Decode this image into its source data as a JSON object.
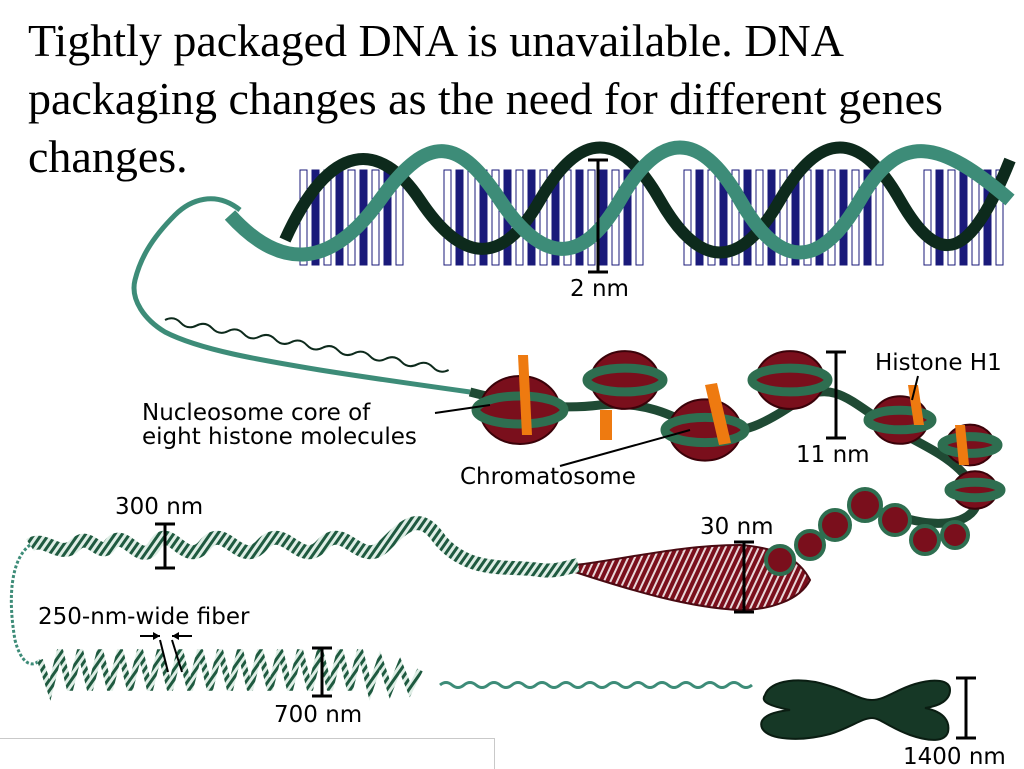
{
  "slide": {
    "title": "Tightly packaged DNA is unavailable.  DNA packaging changes as the need for different genes changes."
  },
  "labels": {
    "dna_width": "2 nm",
    "histone_h1": "Histone H1",
    "nucleosome_core_line1": "Nucleosome core of",
    "nucleosome_core_line2": "eight histone molecules",
    "nucleosome_width": "11 nm",
    "chromatosome": "Chromatosome",
    "loops_width": "300 nm",
    "solenoid_width": "30 nm",
    "fiber_width": "250-nm-wide fiber",
    "chromatid_width": "700 nm",
    "chromosome_width": "1400 nm"
  },
  "colors": {
    "backbone": "#3d8c78",
    "backbone_dark": "#0d2a1c",
    "base_pair_blue": "#1a1a7a",
    "histone": "#7a0f1c",
    "histone_band": "#2e6e50",
    "linker": "#1f4a34",
    "histone_h1": "#ee7a10",
    "chromosome": "#163826"
  }
}
